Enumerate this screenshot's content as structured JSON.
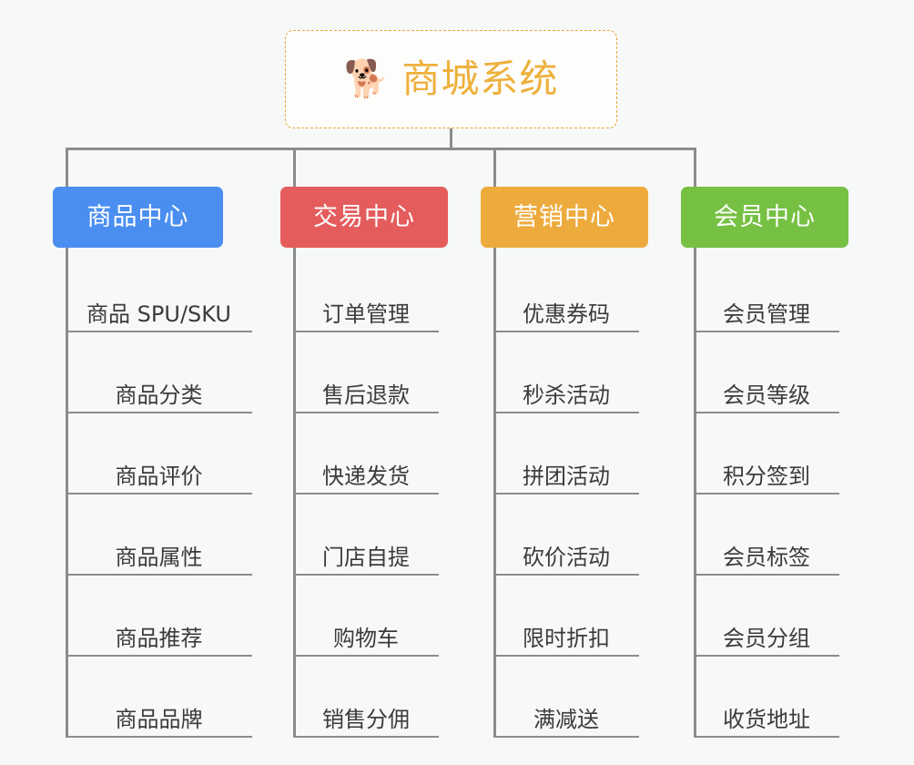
{
  "diagram": {
    "type": "org-chart",
    "background_color": "#f7f8f8",
    "connector_color": "#8c8c8c"
  },
  "root": {
    "icon": "shiba-dog-face-icon",
    "emoji": "🐕",
    "title": "商城系统",
    "text_color": "#eeb03c",
    "border_color": "#e8a83a",
    "background": "#fdfdfc"
  },
  "categories": [
    {
      "label": "商品中心",
      "color": "#4a8ef0",
      "items": [
        {
          "label": "商品 SPU/SKU"
        },
        {
          "label": "商品分类"
        },
        {
          "label": "商品评价"
        },
        {
          "label": "商品属性"
        },
        {
          "label": "商品推荐"
        },
        {
          "label": "商品品牌"
        }
      ]
    },
    {
      "label": "交易中心",
      "color": "#e45c5c",
      "items": [
        {
          "label": "订单管理"
        },
        {
          "label": "售后退款"
        },
        {
          "label": "快递发货"
        },
        {
          "label": "门店自提"
        },
        {
          "label": "购物车"
        },
        {
          "label": "销售分佣"
        }
      ]
    },
    {
      "label": "营销中心",
      "color": "#edab3d",
      "items": [
        {
          "label": "优惠券码"
        },
        {
          "label": "秒杀活动"
        },
        {
          "label": "拼团活动"
        },
        {
          "label": "砍价活动"
        },
        {
          "label": "限时折扣"
        },
        {
          "label": "满减送"
        }
      ]
    },
    {
      "label": "会员中心",
      "color": "#76c043",
      "items": [
        {
          "label": "会员管理"
        },
        {
          "label": "会员等级"
        },
        {
          "label": "积分签到"
        },
        {
          "label": "会员标签"
        },
        {
          "label": "会员分组"
        },
        {
          "label": "收货地址"
        }
      ]
    }
  ]
}
